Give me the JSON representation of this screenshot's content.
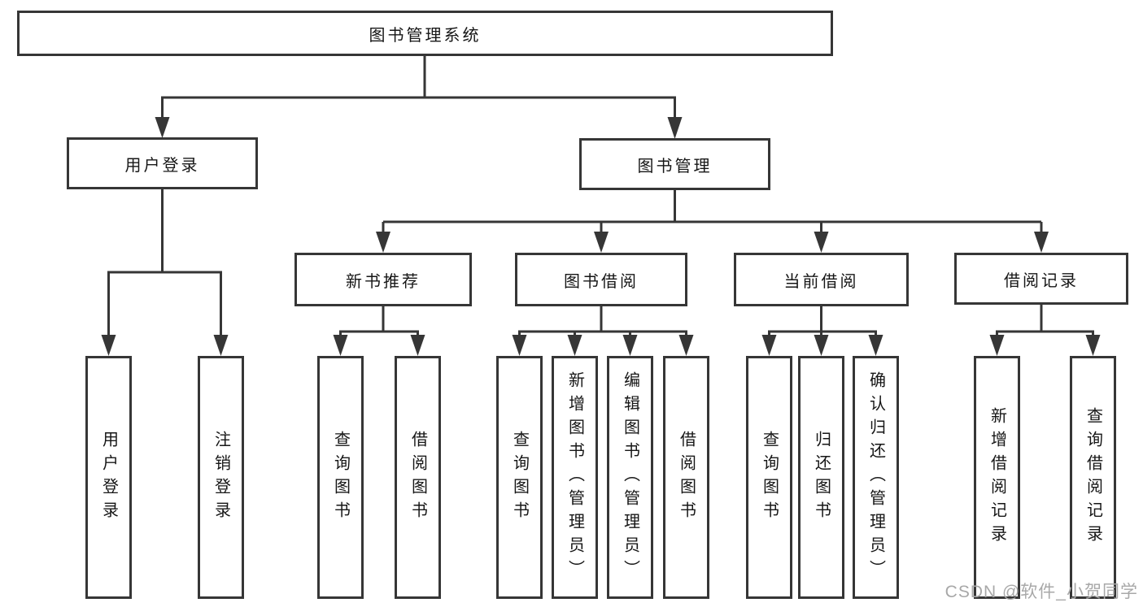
{
  "diagram": {
    "root": {
      "label": "图书管理系统"
    },
    "level2": [
      {
        "label": "用户登录"
      },
      {
        "label": "图书管理"
      }
    ],
    "level3": [
      {
        "label": "新书推荐"
      },
      {
        "label": "图书借阅"
      },
      {
        "label": "当前借阅"
      },
      {
        "label": "借阅记录"
      }
    ],
    "leaves": [
      {
        "label": "用户登录"
      },
      {
        "label": "注销登录"
      },
      {
        "label": "查询图书"
      },
      {
        "label": "借阅图书"
      },
      {
        "label": "查询图书"
      },
      {
        "label": "新增图书（管理员）"
      },
      {
        "label": "编辑图书（管理员）"
      },
      {
        "label": "借阅图书"
      },
      {
        "label": "查询图书"
      },
      {
        "label": "归还图书"
      },
      {
        "label": "确认归还（管理员）"
      },
      {
        "label": "新增借阅记录"
      },
      {
        "label": "查询借阅记录"
      }
    ]
  },
  "watermark": {
    "text": "CSDN @软件_小贺同学"
  },
  "colors": {
    "line": "#363636",
    "text": "#161616",
    "background": "#ffffff",
    "watermark": "#a8a8a8"
  }
}
